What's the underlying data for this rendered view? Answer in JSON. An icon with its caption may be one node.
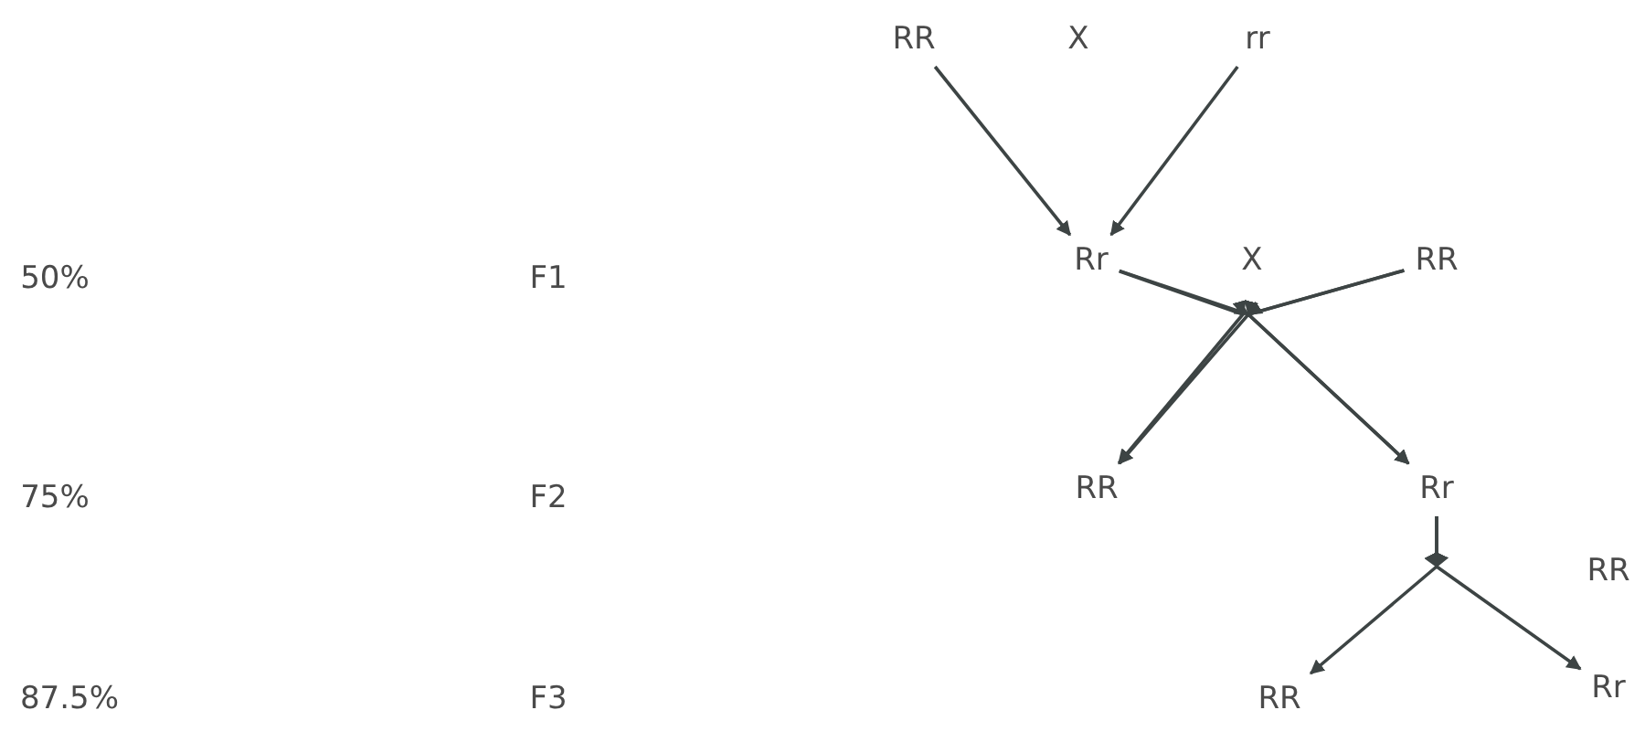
{
  "diagram": {
    "nodes": [
      {
        "text": [
          "RR"
        ]
      },
      {
        "text": [
          "rr"
        ]
      },
      {
        "text": [
          "Rr"
        ]
      },
      {
        "text": [
          "RR"
        ]
      },
      {
        "text": [
          "RR"
        ]
      },
      {
        "text": [
          "Rr"
        ]
      },
      {
        "text": [
          "RR"
        ]
      },
      {
        "text": [
          "Rr"
        ]
      }
    ],
    "edges": [
      {
        "from": 0,
        "to": 2,
        "arrow": "to"
      },
      {
        "from": 1,
        "to": 2,
        "arrow": "to"
      },
      {
        "from": 2,
        "to": 4,
        "arrow": "to"
      },
      {
        "from": 2,
        "to": 5,
        "arrow": "to"
      },
      {
        "from": 3,
        "to": 4,
        "arrow": "to"
      },
      {
        "from": 3,
        "to": 5,
        "arrow": "to"
      },
      {
        "from": 5,
        "to": 6,
        "arrow": "to"
      },
      {
        "from": 5,
        "to": 7,
        "arrow": "to"
      }
    ],
    "labels": [
      "X",
      "50%",
      "F1",
      "X",
      "75%",
      "F2",
      "RR",
      "87.5%",
      "F3"
    ]
  }
}
